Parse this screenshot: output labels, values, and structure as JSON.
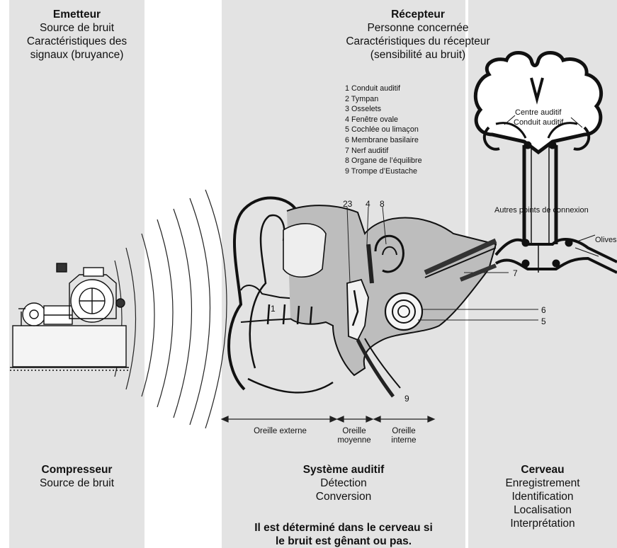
{
  "emitter": {
    "title": "Emetteur",
    "line1": "Source de bruit",
    "line2": "Caractéristiques des",
    "line3": "signaux (bruyance)"
  },
  "receiver": {
    "title": "Récepteur",
    "line1": "Personne concernée",
    "line2": "Caractéristiques du récepteur",
    "line3": "(sensibilité au bruit)"
  },
  "ear_parts": [
    "1 Conduit auditif",
    "2 Tympan",
    "3 Osselets",
    "4 Fenêtre ovale",
    "5 Cochlée ou limaçon",
    "6 Membrane basilaire",
    "7 Nerf auditif",
    "8 Organe de l’équilibre",
    "9 Trompe d’Eustache"
  ],
  "brain_labels": {
    "centre": "Centre auditif",
    "conduit": "Conduit auditif",
    "connexion": "Autres points de connexion",
    "olives": "Olives"
  },
  "ear_numbers": {
    "n1": "1",
    "n23": "23",
    "n4": "4",
    "n8": "8",
    "n7": "7",
    "n6": "6",
    "n5": "5",
    "n9": "9"
  },
  "sections": {
    "externe": "Oreille externe",
    "moyenne_1": "Oreille",
    "moyenne_2": "moyenne",
    "interne_1": "Oreille",
    "interne_2": "interne"
  },
  "compressor": {
    "title": "Compresseur",
    "line1": "Source de bruit"
  },
  "auditory": {
    "title": "Système auditif",
    "line1": "Détection",
    "line2": "Conversion"
  },
  "brain": {
    "title": "Cerveau",
    "line1": "Enregistrement",
    "line2": "Identification",
    "line3": "Localisation",
    "line4": "Interprétation"
  },
  "conclusion": {
    "line1": "Il est déterminé dans le cerveau si",
    "line2": "le bruit est gênant ou pas."
  }
}
